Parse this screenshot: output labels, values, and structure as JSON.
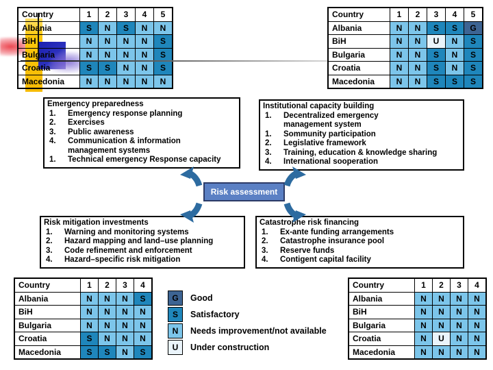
{
  "palette": {
    "G": "#3d6493",
    "S": "#1f86bb",
    "N": "#7cc5ea",
    "U": "#eaf4fb",
    "risk_fill": "#5b80c4",
    "risk_border": "#2c3a66",
    "arrow": "#2d6ba0"
  },
  "center": {
    "label": "Risk assessment"
  },
  "tables": {
    "top_left": {
      "headers": [
        "Country",
        "1",
        "2",
        "3",
        "4",
        "5"
      ],
      "rows": [
        [
          "Albania",
          "S",
          "N",
          "S",
          "N",
          "N"
        ],
        [
          "BiH",
          "N",
          "N",
          "N",
          "N",
          "S"
        ],
        [
          "Bulgaria",
          "N",
          "N",
          "N",
          "N",
          "S"
        ],
        [
          "Croatia",
          "S",
          "S",
          "N",
          "N",
          "S"
        ],
        [
          "Macedonia",
          "N",
          "N",
          "N",
          "N",
          "N"
        ]
      ]
    },
    "top_right": {
      "headers": [
        "Country",
        "1",
        "2",
        "3",
        "4",
        "5"
      ],
      "rows": [
        [
          "Albania",
          "N",
          "N",
          "S",
          "S",
          "G"
        ],
        [
          "BiH",
          "N",
          "N",
          "U",
          "N",
          "S"
        ],
        [
          "Bulgaria",
          "N",
          "N",
          "S",
          "N",
          "S"
        ],
        [
          "Croatia",
          "N",
          "N",
          "S",
          "N",
          "S"
        ],
        [
          "Macedonia",
          "N",
          "N",
          "S",
          "S",
          "S"
        ]
      ]
    },
    "bottom_left": {
      "headers": [
        "Country",
        "1",
        "2",
        "3",
        "4"
      ],
      "rows": [
        [
          "Albania",
          "N",
          "N",
          "N",
          "S"
        ],
        [
          "BiH",
          "N",
          "N",
          "N",
          "N"
        ],
        [
          "Bulgaria",
          "N",
          "N",
          "N",
          "N"
        ],
        [
          "Croatia",
          "S",
          "N",
          "N",
          "N"
        ],
        [
          "Macedonia",
          "S",
          "S",
          "N",
          "S"
        ]
      ]
    },
    "bottom_right": {
      "headers": [
        "Country",
        "1",
        "2",
        "3",
        "4"
      ],
      "rows": [
        [
          "Albania",
          "N",
          "N",
          "N",
          "N"
        ],
        [
          "BiH",
          "N",
          "N",
          "N",
          "N"
        ],
        [
          "Bulgaria",
          "N",
          "N",
          "N",
          "N"
        ],
        [
          "Croatia",
          "N",
          "U",
          "N",
          "N"
        ],
        [
          "Macedonia",
          "N",
          "N",
          "N",
          "N"
        ]
      ]
    }
  },
  "boxes": {
    "emergency": {
      "title": "Emergency preparedness",
      "items": [
        [
          "1.",
          "Emergency response planning"
        ],
        [
          "2.",
          "Exercises"
        ],
        [
          "3.",
          "Public awareness"
        ],
        [
          "4.",
          "Communication & information\nmanagement systems"
        ],
        [
          "1.",
          "Technical emergency  Response capacity"
        ]
      ]
    },
    "institutional": {
      "title": "Institutional capacity building",
      "items": [
        [
          "1.",
          "Decentralized emergency\nmanagement system"
        ],
        [
          "1.",
          "Sommunity participation"
        ],
        [
          "2.",
          "Legislative framework"
        ],
        [
          "3.",
          "Training, education & knowledge sharing"
        ],
        [
          "4.",
          "International sooperation"
        ]
      ]
    },
    "mitigation": {
      "title": "Risk mitigation investments",
      "items": [
        [
          "1.",
          "Warning and monitoring systems"
        ],
        [
          "2.",
          "Hazard mapping and land–use planning"
        ],
        [
          "3.",
          "Code refinement and enforcement"
        ],
        [
          "4.",
          "Hazard–specific risk mitigation"
        ]
      ]
    },
    "financing": {
      "title": "Catastrophe risk financing",
      "items": [
        [
          "1.",
          "Ex-ante funding arrangements"
        ],
        [
          "2.",
          "Catastrophe insurance pool"
        ],
        [
          "3.",
          "Reserve funds"
        ],
        [
          "4.",
          "Contigent capital facility"
        ]
      ]
    }
  },
  "legend": {
    "items": [
      {
        "code": "G",
        "label": "Good"
      },
      {
        "code": "S",
        "label": "Satisfactory"
      },
      {
        "code": "N",
        "label": "Needs improvement/not available"
      },
      {
        "code": "U",
        "label": "Under construction"
      }
    ]
  }
}
